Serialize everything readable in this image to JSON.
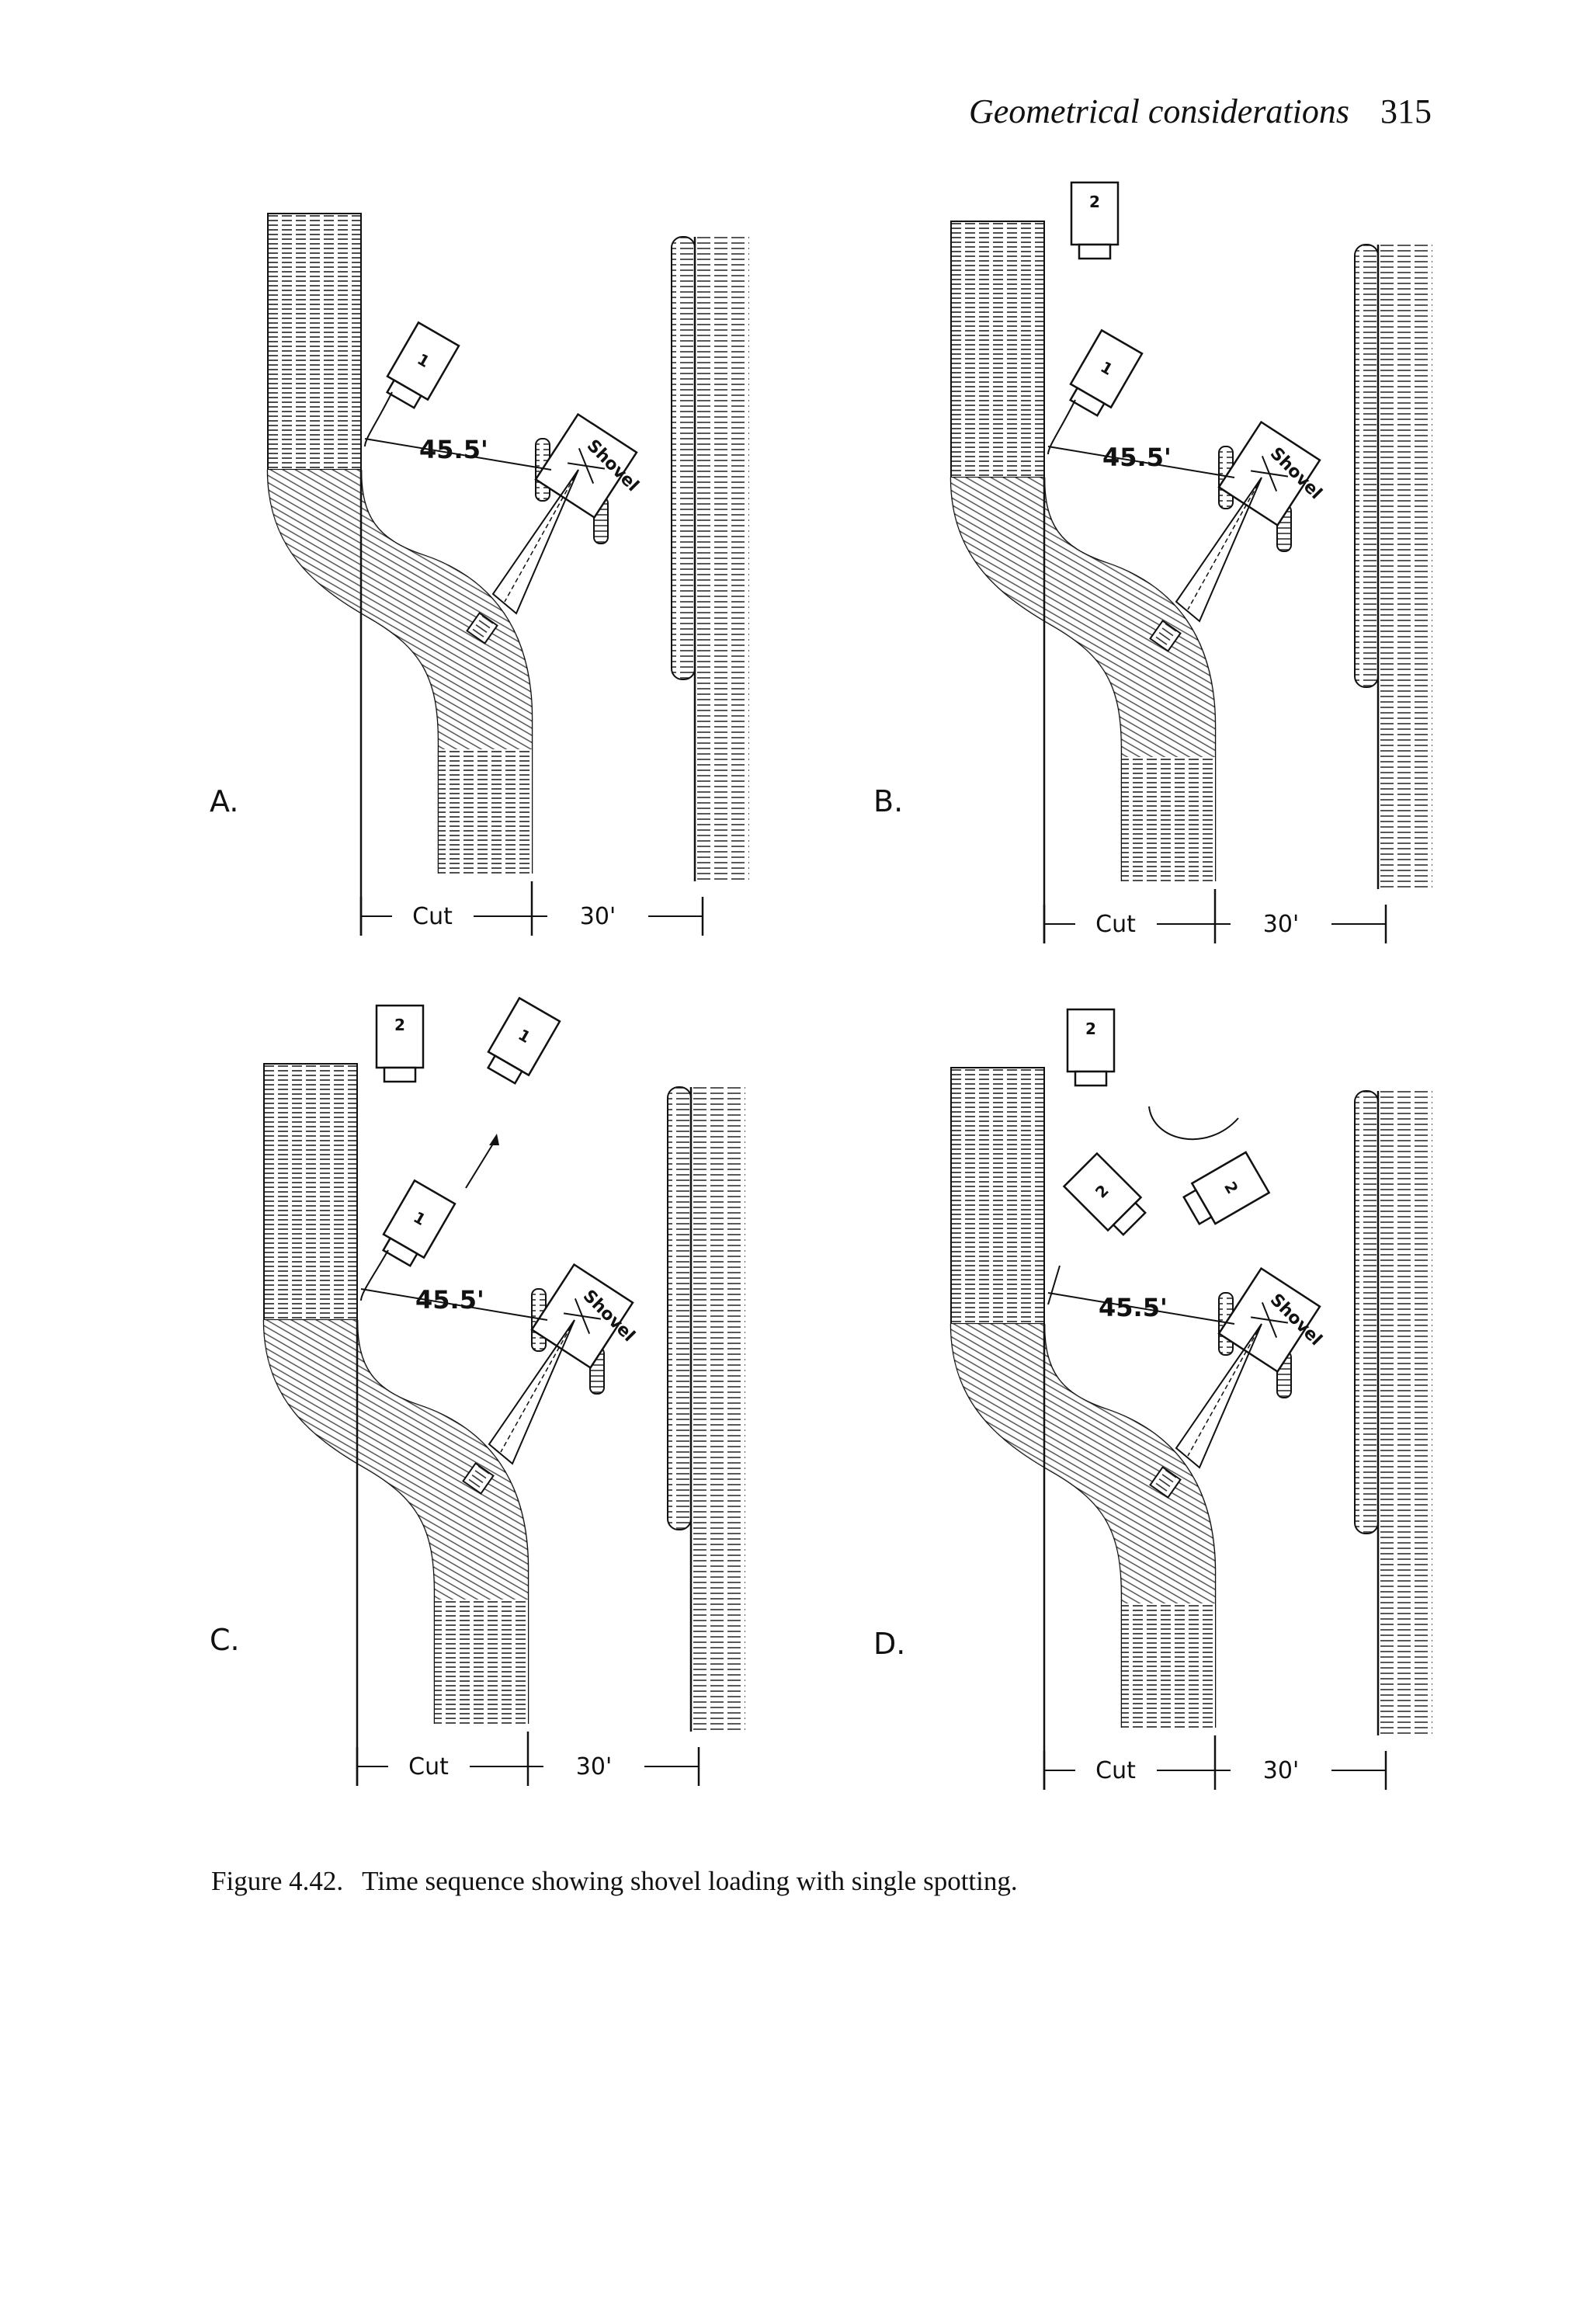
{
  "header": {
    "title": "Geometrical considerations",
    "page_number": "315"
  },
  "panels": [
    {
      "letter": "A.",
      "angle": "45.5'",
      "shovel": "Shovel",
      "cut": "Cut",
      "width": "30'"
    },
    {
      "letter": "B.",
      "angle": "45.5'",
      "shovel": "Shovel",
      "cut": "Cut",
      "width": "30'"
    },
    {
      "letter": "C.",
      "angle": "45.5'",
      "shovel": "Shovel",
      "cut": "Cut",
      "width": "30'"
    },
    {
      "letter": "D.",
      "angle": "45.5'",
      "shovel": "Shovel",
      "cut": "Cut",
      "width": "30'"
    }
  ],
  "trucks": {
    "loading": "1",
    "spotted": "2"
  },
  "caption": {
    "number": "Figure 4.42.",
    "text": "Time sequence showing shovel loading with single spotting."
  }
}
